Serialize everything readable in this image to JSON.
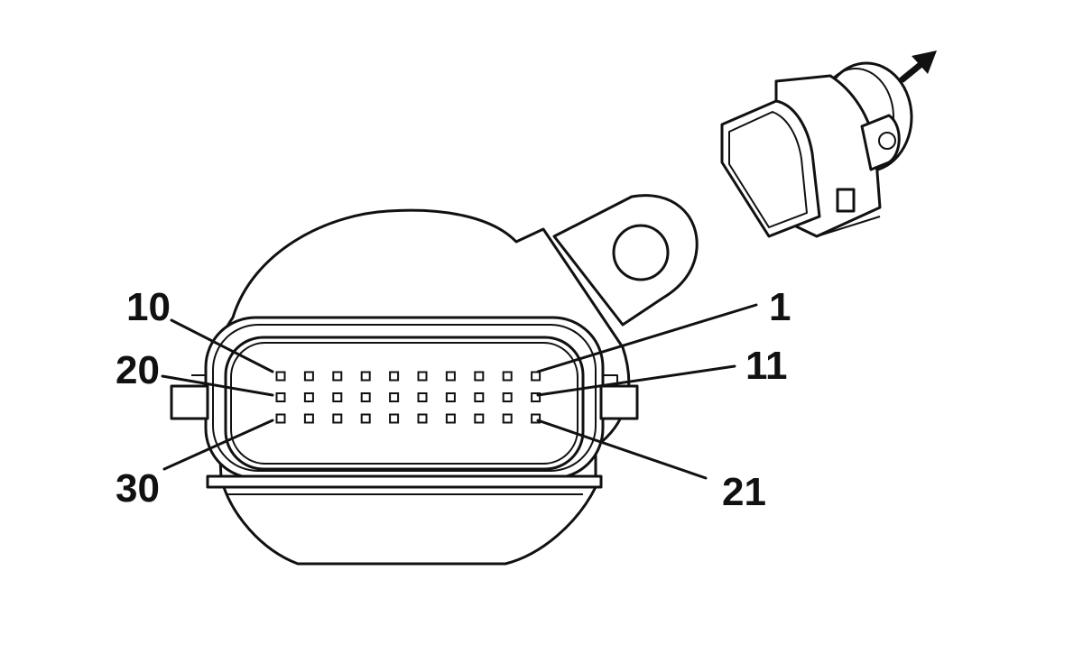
{
  "pin_labels": {
    "row1_left": "10",
    "row2_left": "20",
    "row3_left": "30",
    "row1_right": "1",
    "row2_right": "11",
    "row3_right": "21"
  },
  "connector": {
    "rows": 3,
    "pins_per_row": 10
  },
  "icons": {
    "arrow": "disconnect-direction-arrow-icon",
    "plug": "mating-plug-icon",
    "housing": "connector-housing-icon"
  }
}
